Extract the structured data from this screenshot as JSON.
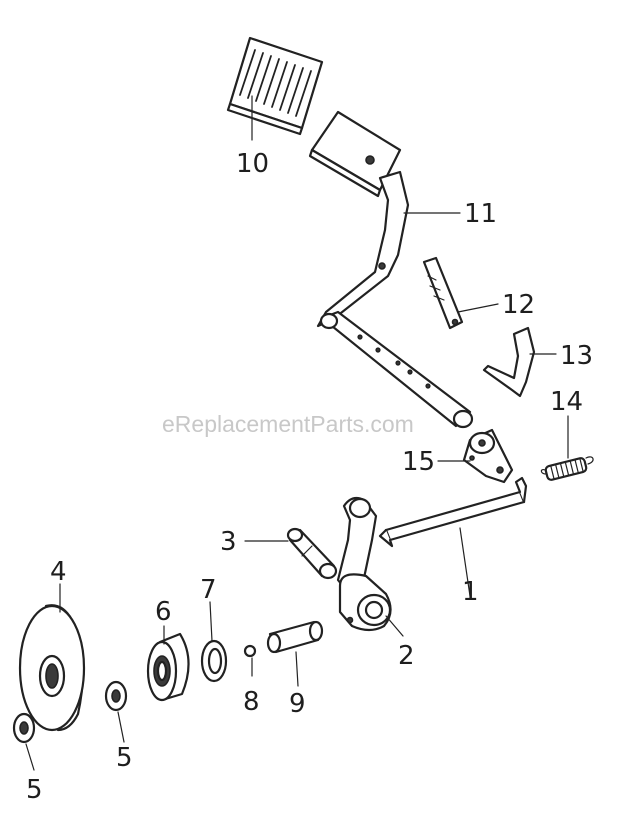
{
  "watermark": "eReplacementParts.com",
  "callouts": [
    {
      "id": "1",
      "text": "1"
    },
    {
      "id": "2",
      "text": "2"
    },
    {
      "id": "3",
      "text": "3"
    },
    {
      "id": "4",
      "text": "4"
    },
    {
      "id": "5a",
      "text": "5"
    },
    {
      "id": "5b",
      "text": "5"
    },
    {
      "id": "6",
      "text": "6"
    },
    {
      "id": "7",
      "text": "7"
    },
    {
      "id": "8",
      "text": "8"
    },
    {
      "id": "9",
      "text": "9"
    },
    {
      "id": "10",
      "text": "10"
    },
    {
      "id": "11",
      "text": "11"
    },
    {
      "id": "12",
      "text": "12"
    },
    {
      "id": "13",
      "text": "13"
    },
    {
      "id": "14",
      "text": "14"
    },
    {
      "id": "15",
      "text": "15"
    }
  ]
}
